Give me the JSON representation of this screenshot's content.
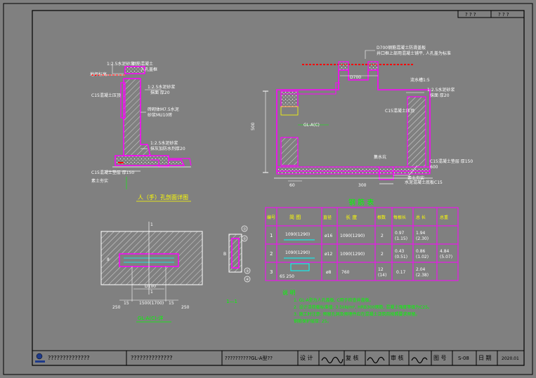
{
  "top_corner": [
    "? ? ?",
    "? ? ?"
  ],
  "detail_a": {
    "title": "人（手）孔剖面详图",
    "labels": [
      "1:2.5水泥砂浆",
      "钢筋混凝土",
      "人孔盖框",
      "地坪标高",
      "C15混凝土压顶",
      "1:2.5水泥砂浆",
      "抹面 厚20",
      "砖砌体M7.5水泥",
      "砂浆MU10砖",
      "1:2.5水泥砂浆",
      "抹灰加防水剂厚20",
      "C15混凝土垫层 厚150",
      "素土夯实"
    ]
  },
  "section_main": {
    "labels": [
      "D700钢筋混凝土防滑盖板",
      "井口框上部用混凝土铺平, 人孔盖为标准",
      "D700",
      "流水槽1:5",
      "1:2.5水泥砂浆",
      "抹面 厚20",
      "C15混凝土压顶",
      "GL-A(C)",
      "集水坑",
      "C15混凝土垫层 厚150",
      "500",
      "600",
      "素土夯实",
      "水泥混凝土底板C15",
      "60",
      "300"
    ]
  },
  "section_11": {
    "title": "GL-A(C)-详",
    "labels": [
      "1",
      "1",
      "8",
      "15",
      "15",
      "1500(1700)",
      "D100",
      "250",
      "250"
    ]
  },
  "section_22": {
    "title": "1—1",
    "labels": [
      "①",
      "②",
      "③",
      "④",
      "B"
    ]
  },
  "table": {
    "title": "钢 筋 表",
    "headers": [
      "编号",
      "简 图",
      "直径",
      "长 度",
      "根数",
      "每根长",
      "总 长",
      "总重"
    ],
    "rows": [
      [
        "1",
        "1090(1290)",
        "ø16",
        "1090(1290)",
        "2",
        "0.97\n(1.15)",
        "1.94\n(2.30)",
        ""
      ],
      [
        "2",
        "1090(1290)",
        "ø12",
        "1090(1290)",
        "2",
        "0.43\n(0.51)",
        "0.86\n(1.02)",
        "4.84\n(5.07)"
      ],
      [
        "3",
        "65   250",
        "ø8",
        "760",
        "12\n(14)",
        "0.17",
        "2.04\n(2.38)",
        ""
      ]
    ]
  },
  "notes": {
    "title": "说 明",
    "lines": [
      "1. GL-A型为人孔盖板, C用于检查井盖板。",
      "2. 设计活荷载标准值: 3.5kN/m², HRB300钢筋, 混凝土强度等级为C25。",
      "3. 施工时注意: 预留孔洞及预埋件应在混凝土浇筑前按照要求预留。",
      "   钢筋保护层厚: 25。"
    ]
  },
  "title_block": {
    "company": "??????????????",
    "project": "??????????????",
    "drawing_name": "??????????GL-A型??",
    "design_label": "设 计",
    "check_label": "复 核",
    "review_label": "审 核",
    "drawing_no_label": "图 号",
    "drawing_no": "S-08",
    "date_label": "日 期",
    "date": "2020.01"
  },
  "colors": {
    "background": "#808080",
    "wall": "#ff00ff",
    "dim": "#00ff00",
    "text": "#ffffff",
    "accent": "#ffff00",
    "red": "#ff0000",
    "cyan": "#00ffff"
  }
}
